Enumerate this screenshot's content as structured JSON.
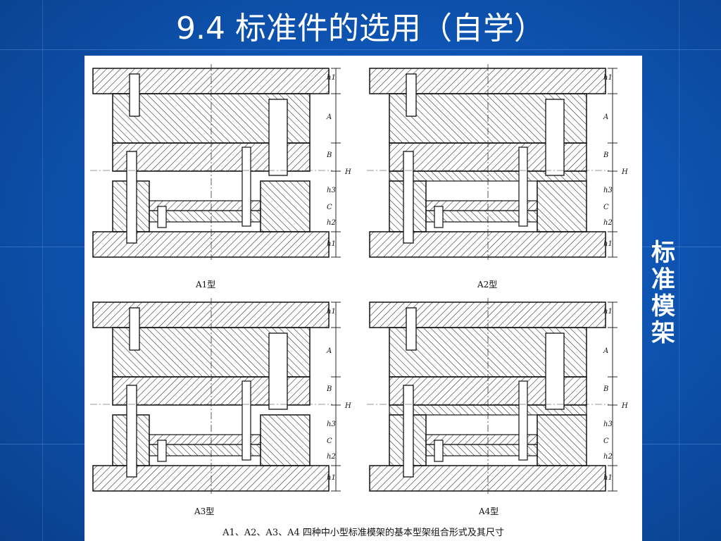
{
  "slide": {
    "title": "9.4 标准件的选用（自学）",
    "side_label_chars": [
      "标",
      "准",
      "模",
      "架"
    ]
  },
  "figure": {
    "panels": [
      {
        "label": "A1型"
      },
      {
        "label": "A2型"
      },
      {
        "label": "A3型"
      },
      {
        "label": "A4型"
      }
    ],
    "caption": "A1、A2、A3、A4 四种中小型标准模架的基本型架组合形式及其尺寸",
    "dim_labels": [
      "h1",
      "A",
      "B",
      "H",
      "C",
      "h3",
      "h2",
      "h1"
    ]
  },
  "colors": {
    "background": "#0e55b4",
    "title": "#ffffff",
    "figure_bg": "#ffffff"
  }
}
